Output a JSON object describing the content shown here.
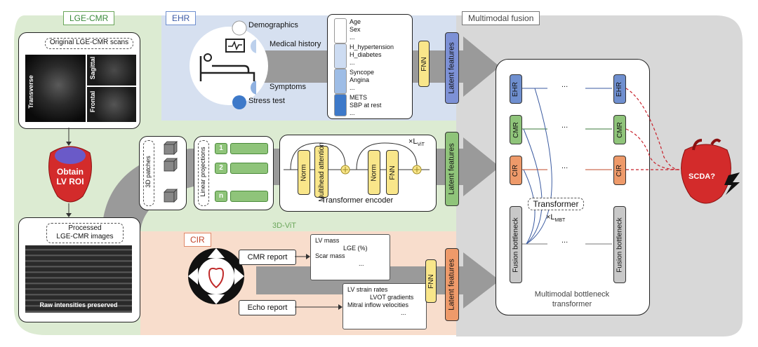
{
  "lge": {
    "section_label": "LGE-CMR",
    "original_title": "Original LGE-CMR scans",
    "view_transverse": "Transverse",
    "view_sagittal": "Sagittal",
    "view_frontal": "Frontal",
    "roi_label_line1": "Obtain",
    "roi_label_line2": "LV ROI",
    "processed_line1": "Processed",
    "processed_line2": "LGE-CMR images",
    "raw_caption": "Raw intensities preserved"
  },
  "ehr": {
    "section_label": "EHR",
    "categories": [
      "Demographics",
      "Medical history",
      "Symptoms",
      "Stress test"
    ],
    "fields": [
      [
        "Age",
        "Sex",
        "..."
      ],
      [
        "H_hypertension",
        "H_diabetes",
        "..."
      ],
      [
        "Syncope",
        "Angina",
        "..."
      ],
      [
        "METS",
        "SBP at rest",
        "..."
      ]
    ],
    "fnn": "FNN",
    "latent": "Latent features"
  },
  "vit": {
    "patches": "3D patches",
    "linear": "Linear projections",
    "tokens": [
      "1",
      "2",
      "n"
    ],
    "norm": "Norm",
    "mha": "Multihead attention",
    "fnn": "FNN",
    "repeat_prefix": "×L",
    "repeat_sub": "ViT",
    "encoder": "Transformer encoder",
    "latent": "Latent features",
    "section_label": "3D-ViT"
  },
  "cir": {
    "section_label": "CIR",
    "cmr_report": "CMR report",
    "echo_report": "Echo report",
    "cmr_fields": [
      "LV mass",
      "LGE (%)",
      "Scar mass",
      "..."
    ],
    "echo_fields": [
      "LV strain rates",
      "LVOT gradients",
      "Mitral inflow velocities",
      "..."
    ],
    "fnn": "FNN",
    "latent": "Latent features"
  },
  "fusion": {
    "section_label": "Multimodal fusion",
    "tokens": [
      "EHR",
      "CMR",
      "CIR",
      "Fusion bottleneck"
    ],
    "ellipsis": "...",
    "transformer": "Transformer",
    "repeat_prefix": "×L",
    "repeat_sub": "MBT",
    "caption_line1": "Multimodal bottleneck",
    "caption_line2": "transformer",
    "output": "SCDA?"
  },
  "colors": {
    "green_bg": "#dcebd2",
    "blue_bg": "#d6e0f0",
    "peach_bg": "#f8ddcc",
    "gray_bg": "#d8d8d8",
    "ehr_token": "#6f8fcf",
    "cmr_token": "#8fc47a",
    "cir_token": "#ee9a6a",
    "bottleneck_token": "#c8c8c8",
    "latent": "#7d91d6",
    "fnn": "#f9e68a",
    "heart": "#d32b2b"
  }
}
